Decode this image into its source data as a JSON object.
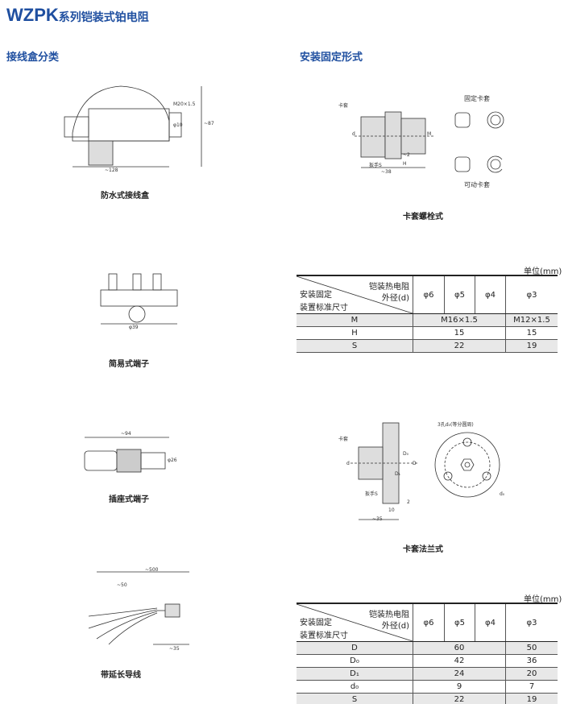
{
  "header": {
    "brand": "WZPK",
    "subtitle": "系列铠装式铂电阻"
  },
  "sections": {
    "left": "接线盒分类",
    "right": "安装固定形式"
  },
  "captions": {
    "box1": "防水式接线盒",
    "box2": "简易式端子",
    "box3": "插座式端子",
    "box4": "带延长导线",
    "mount1": "卡套螺栓式",
    "mount2": "卡套法兰式"
  },
  "dims": {
    "box1": {
      "thread": "M20×1.5",
      "dia": "φ10",
      "height": "~87",
      "width": "~128"
    },
    "box2": {
      "dia": "φ39"
    },
    "box3": {
      "len": "~94",
      "dia": "φ26"
    },
    "box4": {
      "total": "~500",
      "part": "~50",
      "end": "~35"
    },
    "mount1": {
      "ferrule": "卡套",
      "d": "d",
      "m": "M",
      "gap": "~2",
      "h": "H",
      "wrench": "扳手S",
      "len": "~38",
      "fixed": "固定卡套",
      "movable": "可动卡套"
    },
    "mount2": {
      "ferrule": "卡套",
      "d": "d",
      "D": "D",
      "D0": "D₀",
      "D1": "D₁",
      "holes": "3孔d₀(等分圆周)",
      "d0": "d₀",
      "wrench": "扳手S",
      "ten": "10",
      "two": "2",
      "len": "~35"
    }
  },
  "table1": {
    "unit": "单位(mm)",
    "corner": {
      "top1": "铠装热电阻",
      "top2": "外径(d)",
      "left1": "安装固定",
      "left2": "装置标准尺寸"
    },
    "columns": [
      "φ6",
      "φ5",
      "φ4",
      "φ3"
    ],
    "rows": [
      {
        "label": "M",
        "a": "M16×1.5",
        "b": "M12×1.5"
      },
      {
        "label": "H",
        "a": "15",
        "b": "15"
      },
      {
        "label": "S",
        "a": "22",
        "b": "19"
      }
    ]
  },
  "table2": {
    "unit": "单位(mm)",
    "corner": {
      "top1": "铠装热电阻",
      "top2": "外径(d)",
      "left1": "安装固定",
      "left2": "装置标准尺寸"
    },
    "columns": [
      "φ6",
      "φ5",
      "φ4",
      "φ3"
    ],
    "rows": [
      {
        "label": "D",
        "a": "60",
        "b": "50"
      },
      {
        "label": "D₀",
        "a": "42",
        "b": "36"
      },
      {
        "label": "D₁",
        "a": "24",
        "b": "20"
      },
      {
        "label": "d₀",
        "a": "9",
        "b": "7"
      },
      {
        "label": "S",
        "a": "22",
        "b": "19"
      }
    ]
  }
}
